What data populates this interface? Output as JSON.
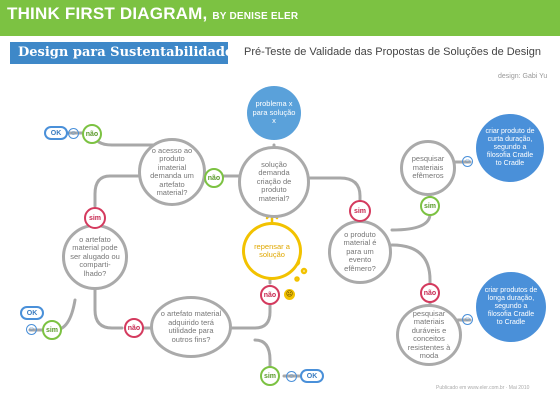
{
  "header": {
    "title": "THINK FIRST DIAGRAM,",
    "byline": "BY DENISE ELER"
  },
  "banner": {
    "text": "Design para Sustentabilidade"
  },
  "subtitle": "Pré-Teste de Validade das Propostas de Soluções de Design",
  "credit": "design: Gabi Yu",
  "footer": "Publicado em www.eler.com.br · Mai 2010",
  "nodes": {
    "problem": "problema x para solução x",
    "solution": "solução demanda criação de produto material?",
    "access": "o acesso ao produto imaterial demanda um artefato material?",
    "rent": "o artefato material pode ser alugado ou comparti-lhado?",
    "utility": "o artefato material adquirido terá utilidade para outros fins?",
    "rethink": "repensar a solução",
    "ephemeral": "o produto material é para um evento efêmero?",
    "research_ephemeral": "pesquisar materiais efêmeros",
    "research_durable": "pesquisar materiais duráveis e conceitos resistentes à moda"
  },
  "labels": {
    "nao": "não",
    "sim": "sim",
    "ok": "OK",
    "happy": "☺",
    "sad": "☹"
  },
  "bubbles": {
    "short": "criar produto de curta duração, segundo a filosofia Cradle to Cradle",
    "long": "criar produtos de longa duração, segundo a filosofia Cradle to Cradle"
  },
  "colors": {
    "green": "#7cc242",
    "blue": "#4a90d9",
    "red": "#d43a5e",
    "yellow": "#f2c200",
    "gray": "#aaaaaa"
  }
}
